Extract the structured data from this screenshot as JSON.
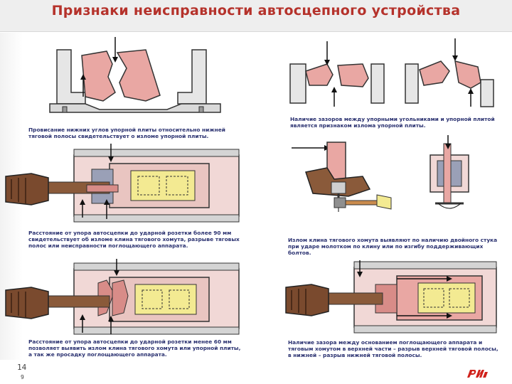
{
  "title": "Признаки неисправности автосцепного устройства",
  "captions": {
    "top_left": "Провисание нижних углов упорной плиты относительно нижней тяговой полосы свидетельствует о изломе упорной плиты.",
    "top_right": "Наличие зазоров между упорными угольниками и упорной плитой является признаком излома упорной плиты.",
    "mid_left": "Расстояние от упора автосцепки до ударной розетки более 90 мм свидетельствует об изломе клина тягового хомута, разрыве тяговых полос или неисправности поглощающего аппарата.",
    "mid_right": "Излом клина тягового хомута выявляют по наличию двойного стука при ударе молотком по клину или по изгибу поддерживающих болтов.",
    "bottom_left": "Расстояние от упора автосцепки до ударной розетки менее 60 мм позволяет выявить излом клина тягового хомута или упорной плиты, а так же просадку поглощающего аппарата.",
    "bottom_right": "Наличие зазора между основанием поглощающего аппарата и тяговым хомутом в верхней части – разрыв верхней тяговой полосы, в нижней – разрыв нижней тяговой полосы."
  },
  "page_number": "14",
  "page_sub": "9",
  "logo_text": "РЖД",
  "colors": {
    "title_red": "#b5322b",
    "caption_blue": "#2a3170",
    "plate_pink": "#e9a7a3",
    "frame_gray": "#cfcfcf",
    "coupler_brown": "#7a4a2e",
    "spring_yellow": "#f3ea92",
    "arrow_black": "#111111"
  }
}
